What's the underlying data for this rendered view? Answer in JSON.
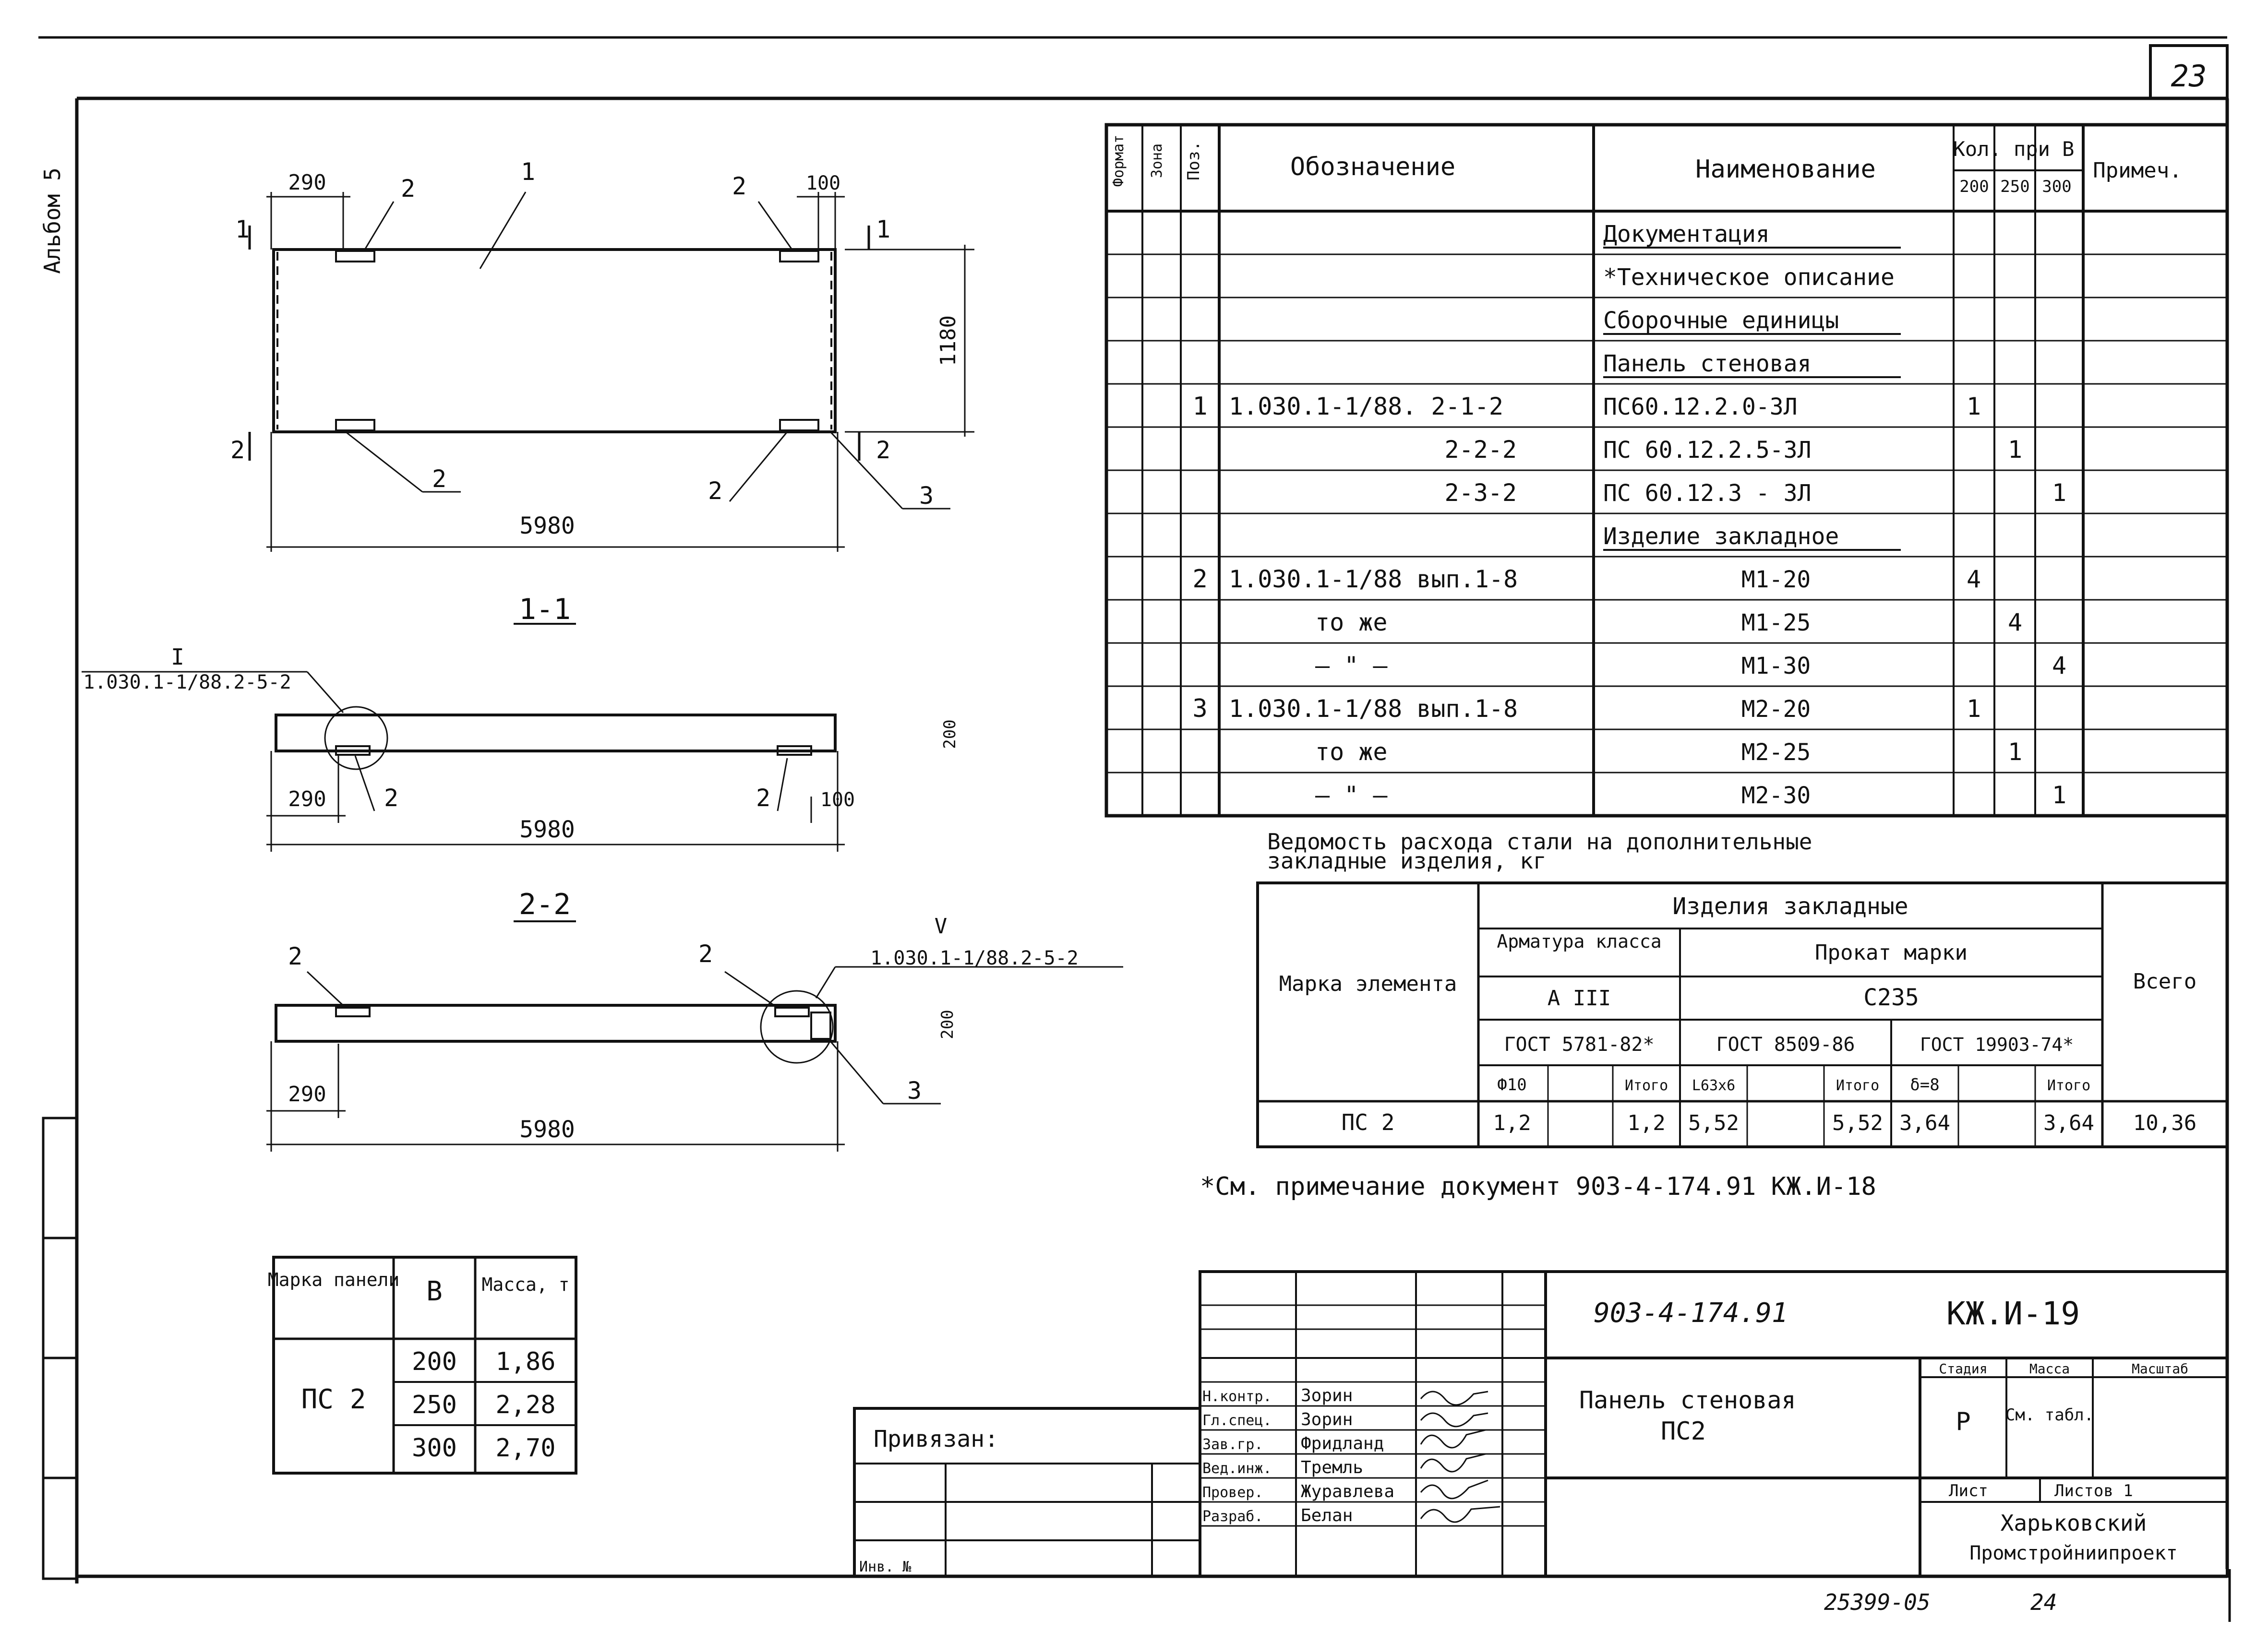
{
  "page_number": "23",
  "side_label": "Альбом 5",
  "plan": {
    "dim_top_left": "290",
    "dim_top_right": "100",
    "dim_height": "1180",
    "dim_length": "5980",
    "callout_1": "1",
    "callout_2": "2",
    "callout_3": "3",
    "section_mark": "1"
  },
  "section_1_1": {
    "title": "1-1",
    "node_num": "I",
    "node_ref": "1.030.1-1/88.2-5-2",
    "dim_left": "290",
    "dim_right": "100",
    "dim_length": "5980",
    "thickness": "200",
    "callout": "2"
  },
  "section_2_2": {
    "title": "2-2",
    "node_num": "V",
    "node_ref": "1.030.1-1/88.2-5-2",
    "dim_left": "290",
    "dim_length": "5980",
    "thickness": "200",
    "callout_2": "2",
    "callout_3": "3"
  },
  "spec": {
    "headers": {
      "format": "Формат",
      "zone": "Зона",
      "pos": "Поз.",
      "designation": "Обозначение",
      "name": "Наименование",
      "qty": "Кол. при В",
      "q200": "200",
      "q250": "250",
      "q300": "300",
      "note": "Примеч."
    },
    "rows": [
      {
        "pos": "",
        "des": "",
        "name": "Документация",
        "q200": "",
        "q250": "",
        "q300": ""
      },
      {
        "pos": "",
        "des": "",
        "name": "*Техническое описание",
        "q200": "",
        "q250": "",
        "q300": ""
      },
      {
        "pos": "",
        "des": "",
        "name": "Сборочные единицы",
        "q200": "",
        "q250": "",
        "q300": ""
      },
      {
        "pos": "",
        "des": "",
        "name": "Панель стеновая",
        "q200": "",
        "q250": "",
        "q300": ""
      },
      {
        "pos": "1",
        "des": "1.030.1-1/88. 2-1-2",
        "name": "ПС60.12.2.0-3Л",
        "q200": "1",
        "q250": "",
        "q300": ""
      },
      {
        "pos": "",
        "des": "2-2-2",
        "name": "ПС 60.12.2.5-3Л",
        "q200": "",
        "q250": "1",
        "q300": ""
      },
      {
        "pos": "",
        "des": "2-3-2",
        "name": "ПС 60.12.3 - 3Л",
        "q200": "",
        "q250": "",
        "q300": "1"
      },
      {
        "pos": "",
        "des": "",
        "name": "Изделие закладное",
        "q200": "",
        "q250": "",
        "q300": ""
      },
      {
        "pos": "2",
        "des": "1.030.1-1/88 вып.1-8",
        "name": "М1-20",
        "q200": "4",
        "q250": "",
        "q300": ""
      },
      {
        "pos": "",
        "des": "то же",
        "name": "М1-25",
        "q200": "",
        "q250": "4",
        "q300": ""
      },
      {
        "pos": "",
        "des": "– \" –",
        "name": "М1-30",
        "q200": "",
        "q250": "",
        "q300": "4"
      },
      {
        "pos": "3",
        "des": "1.030.1-1/88 вып.1-8",
        "name": "М2-20",
        "q200": "1",
        "q250": "",
        "q300": ""
      },
      {
        "pos": "",
        "des": "то же",
        "name": "М2-25",
        "q200": "",
        "q250": "1",
        "q300": ""
      },
      {
        "pos": "",
        "des": "– \" –",
        "name": "М2-30",
        "q200": "",
        "q250": "",
        "q300": "1"
      }
    ]
  },
  "steel": {
    "title_line1": "Ведомость расхода стали на дополнительные",
    "title_line2": "закладные изделия, кг",
    "h_mark": "Марка элемента",
    "h_items": "Изделия закладные",
    "h_rebar": "Арматура класса",
    "h_rolled": "Прокат марки",
    "h_total": "Всего",
    "h_a3": "А III",
    "h_c235": "С235",
    "h_gost1": "ГОСТ 5781-82*",
    "h_gost2": "ГОСТ 8509-86",
    "h_gost3": "ГОСТ 19903-74*",
    "h_d10": "Ф10",
    "h_itogo": "Итого",
    "h_angle": "L63х6",
    "h_t8": "δ=8",
    "row": {
      "mark": "ПС 2",
      "d10": "1,2",
      "itogo1": "1,2",
      "angle": "5,52",
      "itogo2": "5,52",
      "t8": "3,64",
      "itogo3": "3,64",
      "total": "10,36"
    }
  },
  "footnote": "*См. примечание документ 903-4-174.91 КЖ.И-18",
  "mass": {
    "h_mark": "Марка панели",
    "h_b": "В",
    "h_mass": "Масса, т",
    "mark": "ПС 2",
    "rows": [
      {
        "b": "200",
        "m": "1,86"
      },
      {
        "b": "250",
        "m": "2,28"
      },
      {
        "b": "300",
        "m": "2,70"
      }
    ]
  },
  "stamp": {
    "privyazan": "Привязан:",
    "inv": "Инв. №",
    "code": "903-4-174.91",
    "sheet_code": "КЖ.И-19",
    "title": "Панель стеновая",
    "subtitle": "ПС2",
    "stage_h": "Стадия",
    "mass_h": "Масса",
    "scale_h": "Масштаб",
    "stage": "Р",
    "mass_val": "См. табл.",
    "list_h": "Лист",
    "lists_h": "Листов 1",
    "org1": "Харьковский",
    "org2": "Промстройниипроект",
    "roles": [
      {
        "role": "Н.контр.",
        "name": "Зорин"
      },
      {
        "role": "Гл.спец.",
        "name": "Зорин"
      },
      {
        "role": "Зав.гр.",
        "name": "Фридланд"
      },
      {
        "role": "Вед.инж.",
        "name": "Тремль"
      },
      {
        "role": "Провер.",
        "name": "Журавлева"
      },
      {
        "role": "Разраб.",
        "name": "Белан"
      }
    ]
  },
  "bottom_code": "25399-05",
  "bottom_num": "24"
}
